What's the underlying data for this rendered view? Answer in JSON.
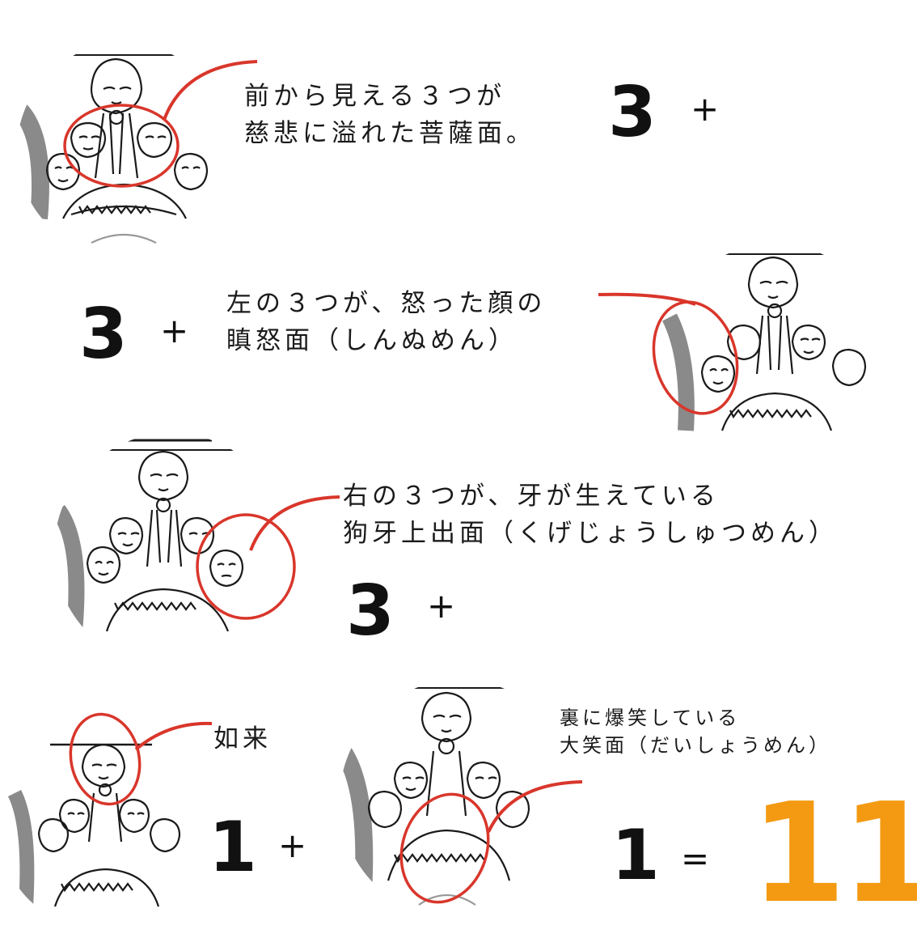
{
  "colors": {
    "accent_red": "#d9362b",
    "total_orange": "#f39a12",
    "ink": "#1a1a1a",
    "gray": "#8a8a8a"
  },
  "sections": [
    {
      "caption_lines": [
        "前から見える３つが",
        "慈悲に溢れた菩薩面。"
      ],
      "number": "3",
      "operator": "+"
    },
    {
      "caption_lines": [
        "左の３つが、怒った顔の",
        "瞋怒面（しんぬめん）"
      ],
      "number": "3",
      "operator": "+"
    },
    {
      "caption_lines": [
        "右の３つが、牙が生えている",
        "狗牙上出面（くげじょうしゅつめん）"
      ],
      "number": "3",
      "operator": "+"
    },
    {
      "caption_lines": [
        "如来"
      ],
      "number": "1",
      "operator": "+"
    },
    {
      "caption_lines": [
        "裏に爆笑している",
        "大笑面（だいしょうめん）"
      ],
      "number": "1",
      "operator": "="
    }
  ],
  "total": "11"
}
